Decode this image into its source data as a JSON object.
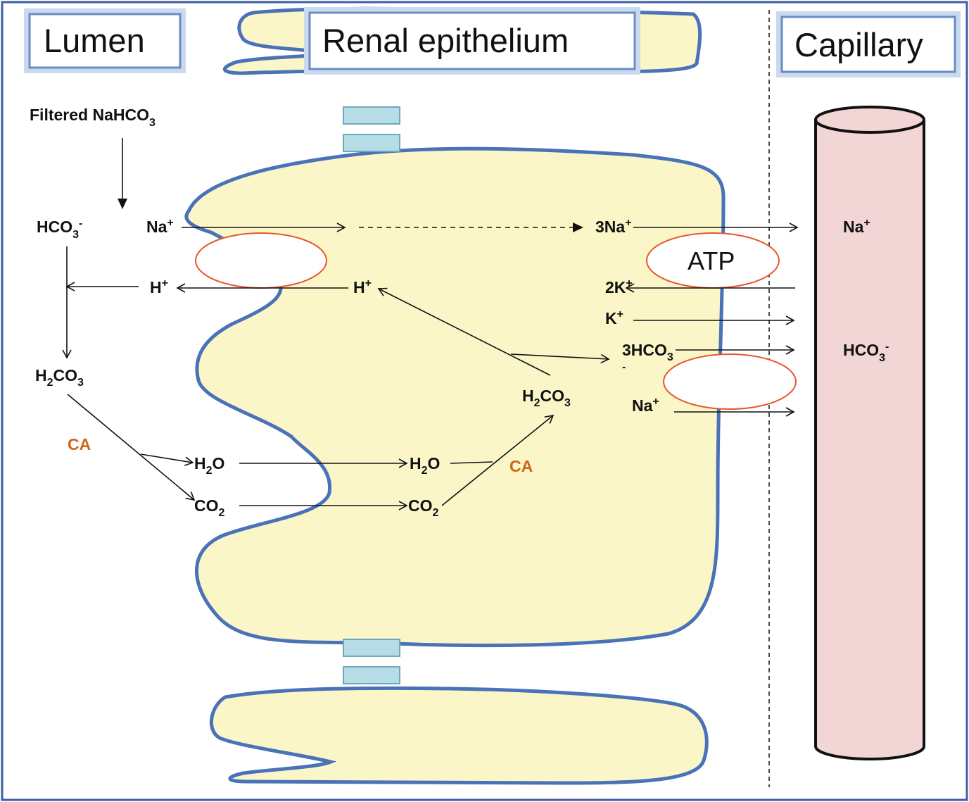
{
  "titles": {
    "lumen": "Lumen",
    "epithelium": "Renal  epithelium",
    "capillary": "Capillary"
  },
  "lumen": {
    "filtered": "Filtered NaHCO",
    "filtered_sub": "3",
    "hco3": "HCO",
    "hco3_sub": "3",
    "hco3_sup": "-",
    "na": "Na",
    "na_sup": "+",
    "h": "H",
    "h_sup": "+",
    "h2co3_a": "H",
    "h2co3_sub1": "2",
    "h2co3_b": "CO",
    "h2co3_sub2": "3",
    "ca": "CA",
    "h2o_a": "H",
    "h2o_sub": "2",
    "h2o_b": "O",
    "co2_a": "CO",
    "co2_sub": "2"
  },
  "cell": {
    "h": "H",
    "h_sup": "+",
    "h2o_a": "H",
    "h2o_sub": "2",
    "h2o_b": "O",
    "co2_a": "CO",
    "co2_sub": "2",
    "h2co3_a": "H",
    "h2co3_sub1": "2",
    "h2co3_b": "CO",
    "h2co3_sub2": "3",
    "ca": "CA",
    "na3": "3Na",
    "na3_sup": "+",
    "k2": "2K",
    "k2_sup": "+",
    "k": "K",
    "k_sup": "+",
    "hco3_3": "3HCO",
    "hco3_3_sub": "3",
    "hco3_3_sup": "-",
    "na": "Na",
    "na_sup": "+",
    "atp": "ATP"
  },
  "capillary": {
    "na": "Na",
    "na_sup": "+",
    "hco3": "HCO",
    "hco3_sub": "3",
    "hco3_sup": "-"
  },
  "colors": {
    "cell_fill": "#faf6c8",
    "cell_outline": "#4a72b8",
    "capillary_fill": "#f2d5d5",
    "transporter_outline": "#e8562c",
    "enzyme_label": "#d0641a",
    "junction_fill": "#b6dde6",
    "title_box_border": "#93b4dd"
  },
  "icons": {
    "transporter": "oval-transporter",
    "junction": "tight-junction-block",
    "vessel": "cylinder-capillary"
  }
}
